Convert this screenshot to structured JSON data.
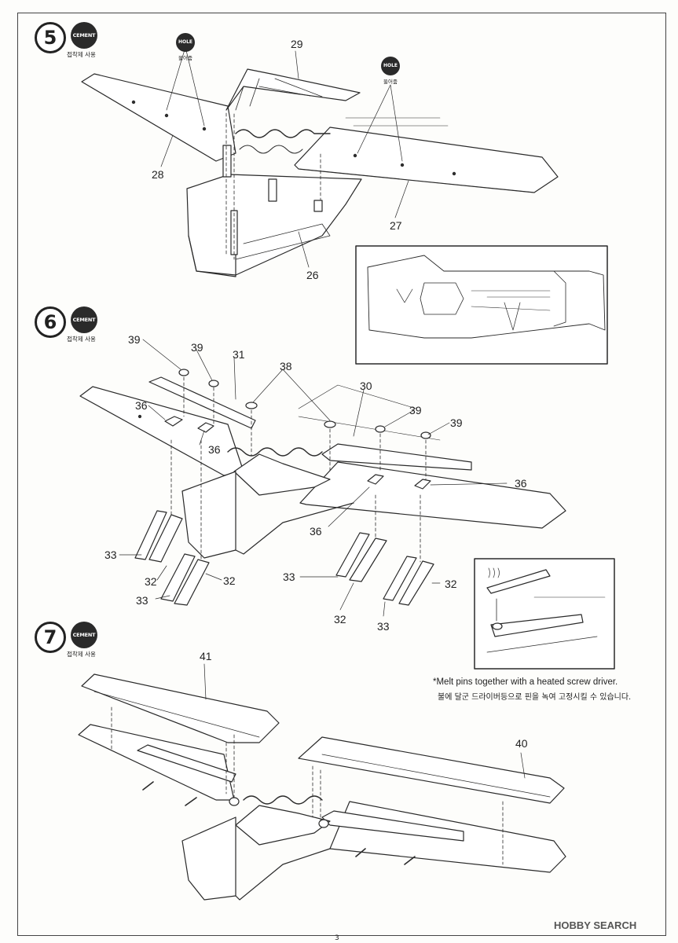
{
  "steps": [
    {
      "number": "5",
      "cement_badge": "CEMENT",
      "cement_text": "접착제 사용"
    },
    {
      "number": "6",
      "cement_badge": "CEMENT",
      "cement_text": "접착제 사용"
    },
    {
      "number": "7",
      "cement_badge": "CEMENT",
      "cement_text": "접착제 사용"
    }
  ],
  "hole": {
    "badge": "HOLE",
    "text": "뚫어줌"
  },
  "part_labels": {
    "p29": "29",
    "p28": "28",
    "p27": "27",
    "p26": "26",
    "p39a": "39",
    "p39b": "39",
    "p31": "31",
    "p38": "38",
    "p30": "30",
    "p36a": "36",
    "p36b": "36",
    "p39c": "39",
    "p39d": "39",
    "p36c": "36",
    "p36d": "36",
    "p33a": "33",
    "p32a": "32",
    "p32b": "32",
    "p33b": "33",
    "p33c": "33",
    "p32c": "32",
    "p32d": "32",
    "p33d": "33",
    "p41": "41",
    "p40": "40"
  },
  "note": {
    "english": "*Melt pins together with a heated screw driver.",
    "korean": "불에 달군 드라이버등으로 핀을 녹여 고정시킬 수 있습니다."
  },
  "page_number": "3",
  "watermark": "HOBBY SEARCH"
}
